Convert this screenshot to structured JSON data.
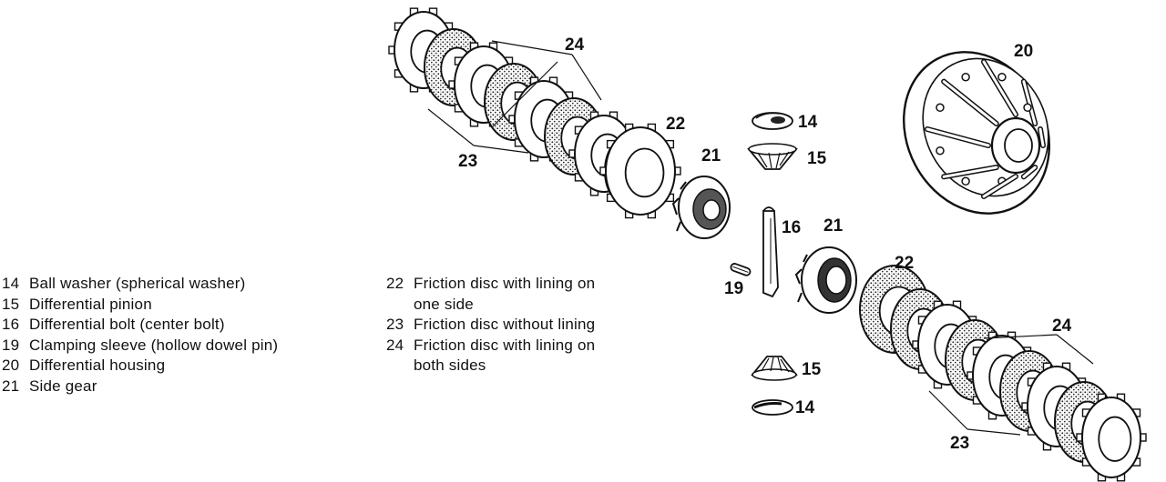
{
  "callouts": {
    "upper_pack_24": "24",
    "upper_pack_23": "23",
    "upper_22": "22",
    "upper_21": "21",
    "housing_20": "20",
    "upper_14": "14",
    "upper_15": "15",
    "bolt_16": "16",
    "sleeve_19": "19",
    "lower_21": "21",
    "lower_22": "22",
    "lower_pack_24": "24",
    "lower_pack_23": "23",
    "lower_15": "15",
    "lower_14": "14"
  },
  "legend_left": [
    {
      "num": "14",
      "text": "Ball washer (spherical washer)"
    },
    {
      "num": "15",
      "text": "Differential pinion"
    },
    {
      "num": "16",
      "text": "Differential bolt (center bolt)"
    },
    {
      "num": "19",
      "text": "Clamping sleeve (hollow dowel pin)"
    },
    {
      "num": "20",
      "text": "Differential housing"
    },
    {
      "num": "21",
      "text": "Side gear"
    }
  ],
  "legend_right": [
    {
      "num": "22",
      "text": "Friction disc with lining on",
      "cont": "one side"
    },
    {
      "num": "23",
      "text": "Friction disc without lining"
    },
    {
      "num": "24",
      "text": "Friction disc with lining on",
      "cont": "both sides"
    }
  ],
  "icons": [
    "friction-disc-icon",
    "side-gear-icon",
    "pinion-icon",
    "ball-washer-icon",
    "center-bolt-icon",
    "clamping-sleeve-icon",
    "differential-housing-icon"
  ]
}
